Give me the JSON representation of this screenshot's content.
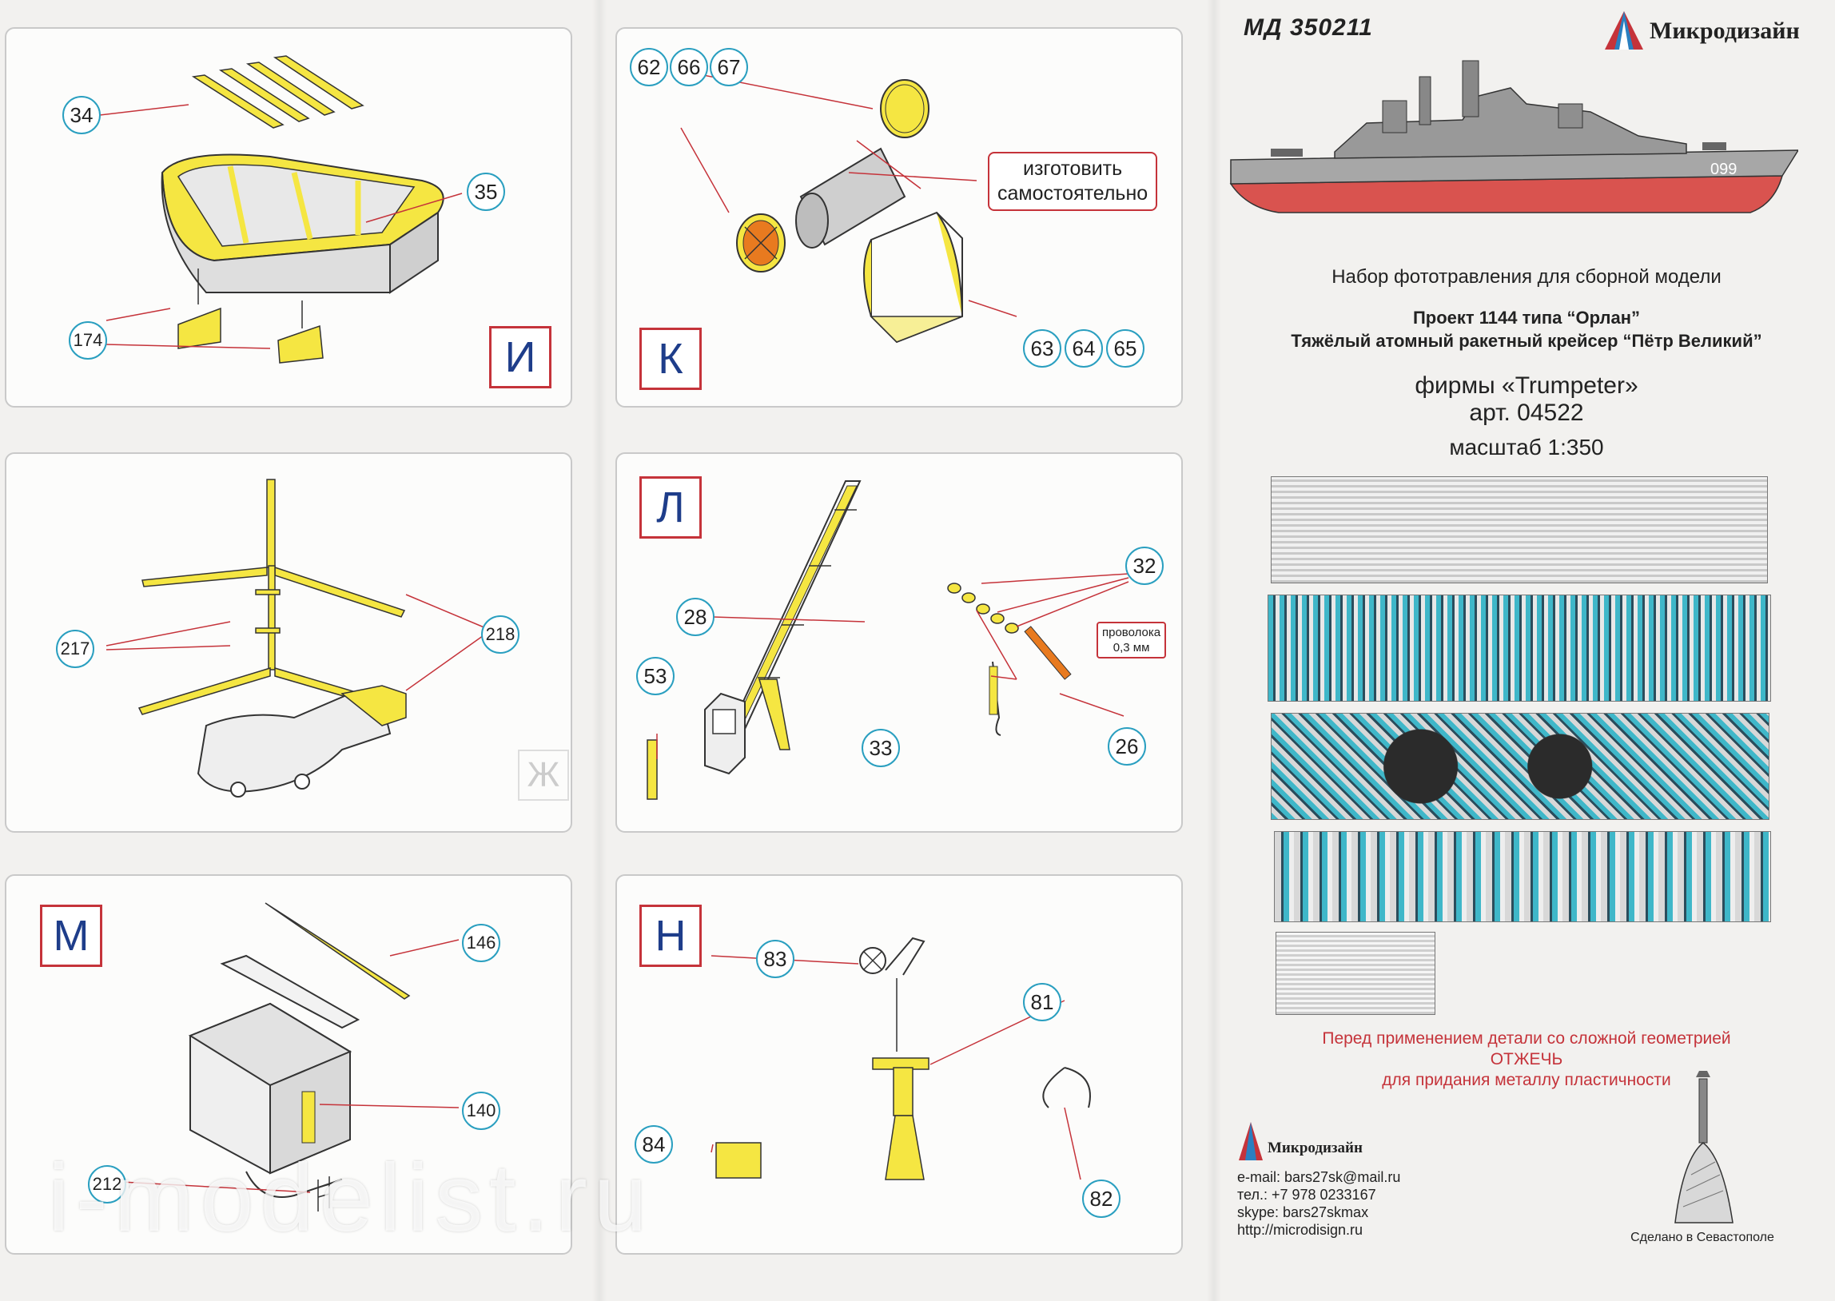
{
  "header": {
    "code": "МД 350211",
    "brand": "Микродизайн"
  },
  "info": {
    "subtitle": "Набор фототравления для сборной модели",
    "project": "Проект 1144 типа “Орлан”",
    "ship": "Тяжёлый атомный ракетный крейсер “Пётр Великий”",
    "maker": "фирмы «Trumpeter»",
    "article": "арт. 04522",
    "scale": "масштаб 1:350",
    "hull_number": "099"
  },
  "warning": {
    "line1": "Перед применением детали со сложной геометрией",
    "line2": "ОТЖЕЧЬ",
    "line3": "для придания металлу пластичности"
  },
  "contacts": {
    "brand": "Микродизайн",
    "email": "e-mail: bars27sk@mail.ru",
    "phone": "тел.: +7 978 0233167",
    "skype": "skype: bars27skmax",
    "site": "http://microdisign.ru",
    "made_in": "Сделано в Севастополе"
  },
  "steps": {
    "I": {
      "letter": "И",
      "parts": [
        "34",
        "35",
        "174"
      ]
    },
    "K": {
      "letter": "К",
      "parts": [
        "62",
        "66",
        "67",
        "63",
        "64",
        "65"
      ],
      "note_line1": "изготовить",
      "note_line2": "самостоятельно"
    },
    "Zh": {
      "letter": "Ж",
      "parts": [
        "217",
        "218"
      ]
    },
    "L": {
      "letter": "Л",
      "parts": [
        "28",
        "32",
        "53",
        "33",
        "26"
      ],
      "wire_line1": "проволока",
      "wire_line2": "0,3 мм"
    },
    "M": {
      "letter": "М",
      "parts": [
        "146",
        "140",
        "212"
      ]
    },
    "N": {
      "letter": "Н",
      "parts": [
        "83",
        "81",
        "84",
        "82"
      ]
    }
  },
  "watermark": "i-modelist.ru",
  "colors": {
    "part_yellow": "#f5e642",
    "callout_border": "#2a9fc0",
    "letter_border": "#c5333a",
    "letter_text": "#1e3d8a",
    "hull_red": "#d9534f",
    "fret_cyan": "#3fb7c9"
  }
}
